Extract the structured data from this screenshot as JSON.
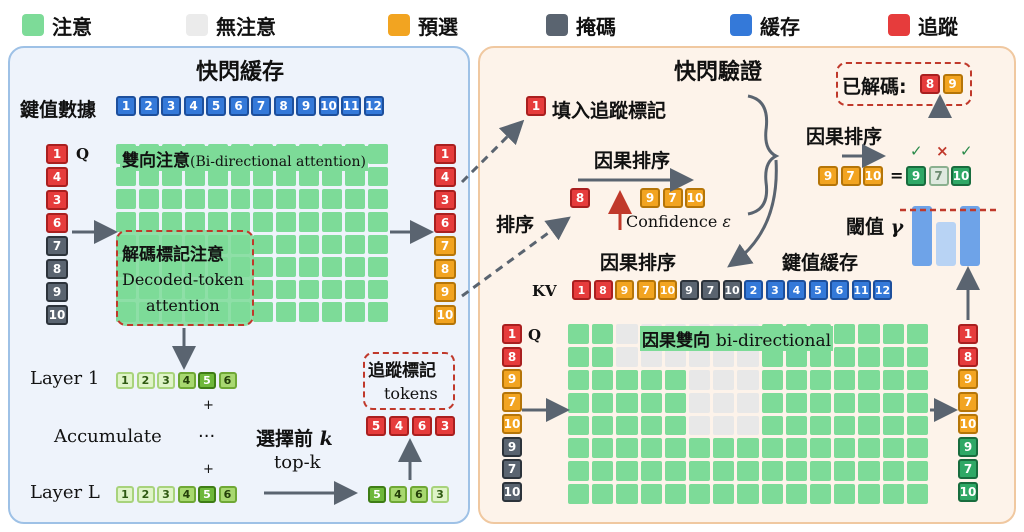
{
  "legend": [
    {
      "label": "注意",
      "color": "#7ddb98"
    },
    {
      "label": "無注意",
      "color": "#ebebeb"
    },
    {
      "label": "預選",
      "color": "#f2a421"
    },
    {
      "label": "掩碼",
      "color": "#5a6470"
    },
    {
      "label": "緩存",
      "color": "#3479d9"
    },
    {
      "label": "追蹤",
      "color": "#e63c3c"
    }
  ],
  "left": {
    "title": "快閃緩存",
    "kv_label": "鍵值數據",
    "kv_tokens": [
      "1",
      "2",
      "3",
      "4",
      "5",
      "6",
      "7",
      "8",
      "9",
      "10",
      "11",
      "12"
    ],
    "q_label": "Q",
    "q_tokens": [
      "1",
      "4",
      "3",
      "6",
      "7",
      "8",
      "9",
      "10"
    ],
    "out_tokens": [
      "1",
      "4",
      "3",
      "6",
      "7",
      "8",
      "9",
      "10"
    ],
    "bi_attn_zh": "雙向注意",
    "bi_attn_en": "(Bi-directional attention)",
    "decoded_zh": "解碼標記注意",
    "decoded_en1": "Decoded-token",
    "decoded_en2": "attention",
    "layer1": "Layer 1",
    "layer1_tokens": [
      "1",
      "2",
      "3",
      "4",
      "5",
      "6"
    ],
    "plus": "+",
    "accumulate": "Accumulate",
    "dots": "···",
    "plus2": "+",
    "layerL": "Layer L",
    "layerL_tokens": [
      "1",
      "2",
      "3",
      "4",
      "5",
      "6"
    ],
    "select_zh": "選擇前",
    "select_k": "k",
    "select_en": "top-k",
    "topk_tokens": [
      "5",
      "4",
      "6",
      "3"
    ],
    "tracked_zh": "追蹤標記",
    "tracked_en": "tokens",
    "tracked_tokens": [
      "5",
      "4",
      "6",
      "3"
    ]
  },
  "right": {
    "title": "快閃驗證",
    "fill_token": "1",
    "fill_label": "填入追蹤標記",
    "causal_sort1": "因果排序",
    "sort_label": "排序",
    "sort_token": "8",
    "sort_tokens": [
      "9",
      "7",
      "10"
    ],
    "confidence": "Confidence",
    "epsilon": "ε",
    "decoded_label": "已解碼:",
    "decoded_tokens": [
      "8",
      "9"
    ],
    "causal_sort2": "因果排序",
    "verify_in": [
      "9",
      "7",
      "10"
    ],
    "equals": "=",
    "verify_out": [
      "9",
      "7",
      "10"
    ],
    "check": "✓",
    "cross": "×",
    "threshold": "閾值",
    "gamma": "γ",
    "causal_sort3": "因果排序",
    "kv_cache_label": "鍵值緩存",
    "kv_label": "KV",
    "kv_tokens": [
      "1",
      "8",
      "9",
      "7",
      "10",
      "9",
      "7",
      "10",
      "2",
      "3",
      "4",
      "5",
      "6",
      "11",
      "12"
    ],
    "q_label": "Q",
    "q_tokens": [
      "1",
      "8",
      "9",
      "7",
      "10",
      "9",
      "7",
      "10"
    ],
    "grid_zh": "因果雙向",
    "grid_en": "bi-directional",
    "out_tokens": [
      "1",
      "8",
      "9",
      "7",
      "10",
      "9",
      "7",
      "10"
    ]
  }
}
